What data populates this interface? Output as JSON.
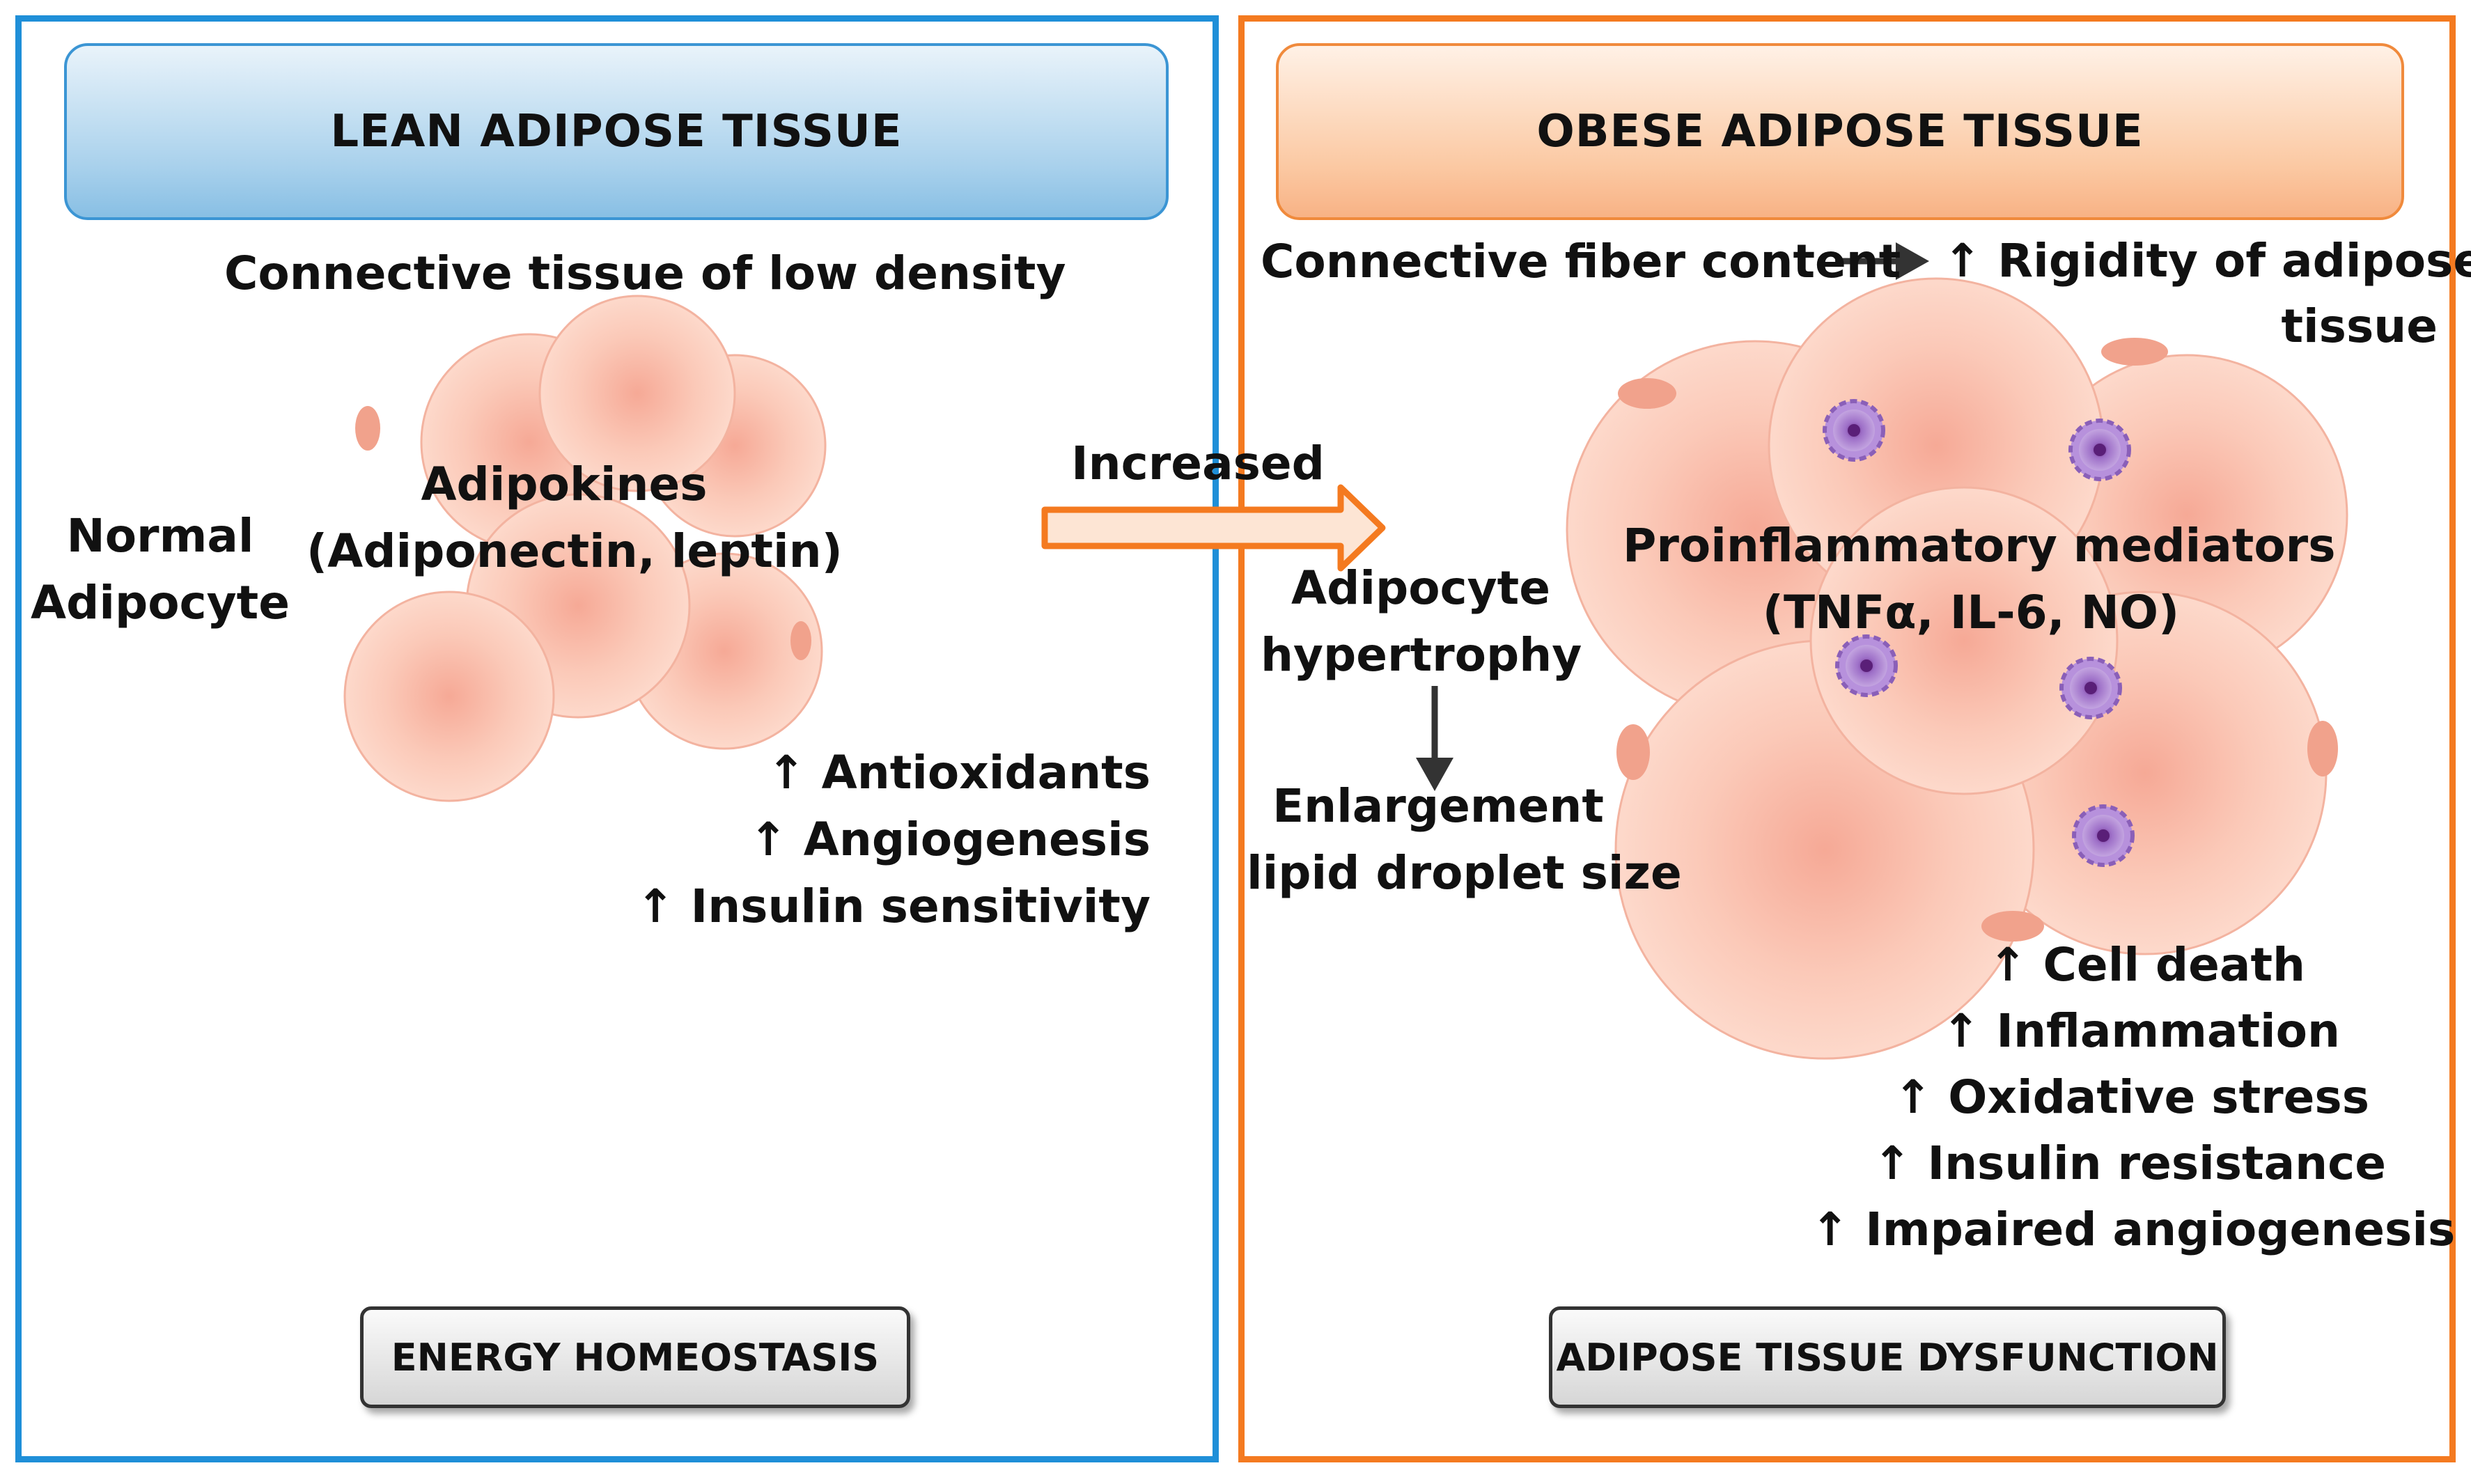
{
  "lean": {
    "header": "LEAN ADIPOSE TISSUE",
    "subtitle": "Connective tissue of low density",
    "cell_label_line1": "Normal",
    "cell_label_line2": "Adipocyte",
    "adipokines_line1": "Adipokines",
    "adipokines_line2": "(Adiponectin, leptin)",
    "effects": [
      "↑ Antioxidants",
      "↑ Angiogenesis",
      "↑ Insulin sensitivity"
    ],
    "footer": "ENERGY HOMEOSTASIS",
    "border_color": "#1f8fd8"
  },
  "transition": {
    "label": "Increased",
    "arrow_color": "#f47a20"
  },
  "obese": {
    "header": "OBESE ADIPOSE TISSUE",
    "fiber_left": "Connective fiber content",
    "fiber_right_line1": "↑ Rigidity of adipose",
    "fiber_right_line2": "tissue",
    "hypertrophy_line1": "Adipocyte",
    "hypertrophy_line2": "hypertrophy",
    "enlargement_line1": "Enlargement",
    "enlargement_line2": "lipid droplet size",
    "mediators_line1": "Proinflammatory mediators",
    "mediators_line2": "(TNFα, IL-6, NO)",
    "effects": [
      "↑ Cell death",
      "↑ Inflammation",
      "↑ Oxidative stress",
      "↑ Insulin resistance",
      "↑ Impaired angiogenesis"
    ],
    "footer": "ADIPOSE TISSUE DYSFUNCTION",
    "border_color": "#f47a20"
  },
  "colors": {
    "adipocyte": "#fbc8b4",
    "immune_cell": "#9b6fc4"
  }
}
